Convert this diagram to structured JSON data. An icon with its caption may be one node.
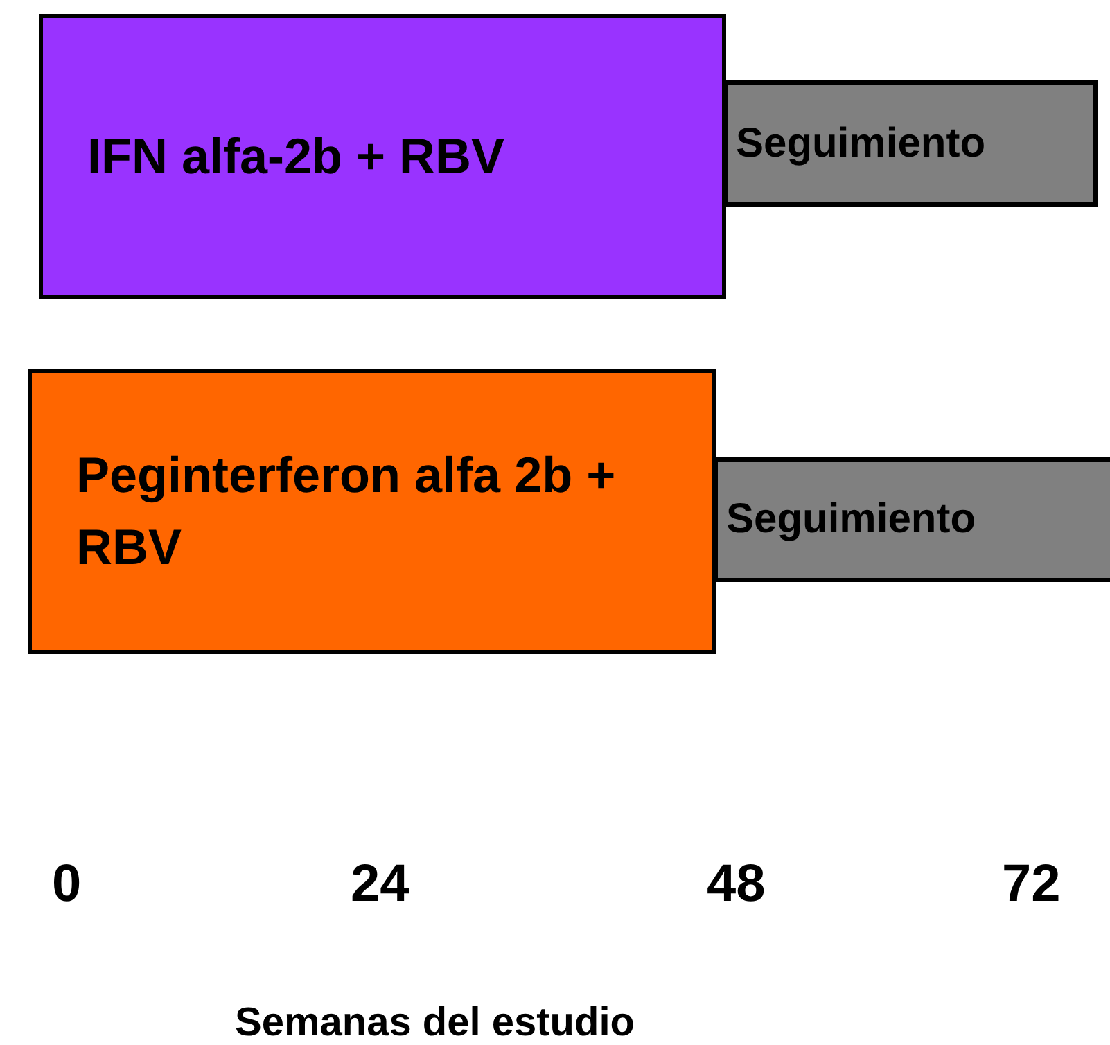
{
  "diagram": {
    "nodes": [
      {
        "text": [
          "IFN alfa-2b +  RBV"
        ]
      },
      {
        "text": [
          "Seguimiento"
        ]
      },
      {
        "text": [
          "Peginterferon alfa 2b + RBV"
        ]
      },
      {
        "text": [
          "Seguimiento"
        ]
      }
    ],
    "labels": [
      "0",
      "24",
      "48",
      "72",
      "Semanas del estudio"
    ]
  }
}
